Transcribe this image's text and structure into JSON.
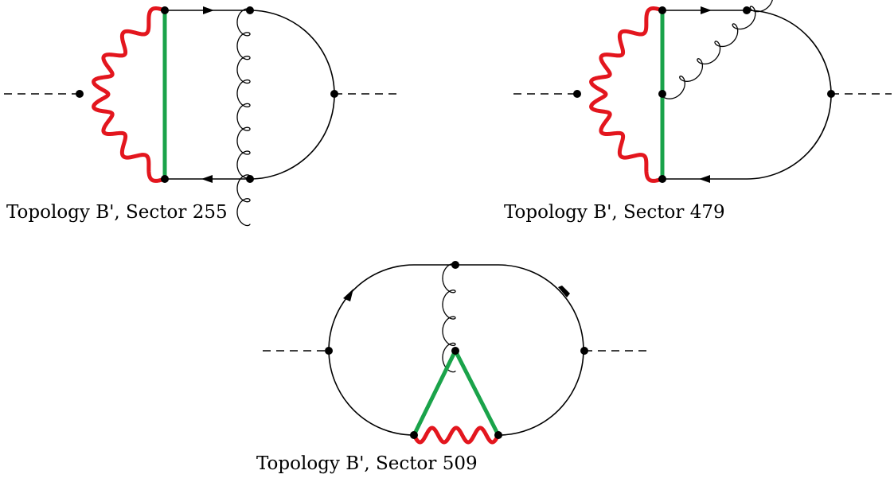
{
  "colors": {
    "line": "#000000",
    "photon": "#e3161e",
    "massive": "#1aa34a"
  },
  "diagrams": [
    {
      "caption": "Topology B', Sector 255"
    },
    {
      "caption": "Topology B', Sector 479"
    },
    {
      "caption": "Topology B', Sector 509"
    }
  ]
}
